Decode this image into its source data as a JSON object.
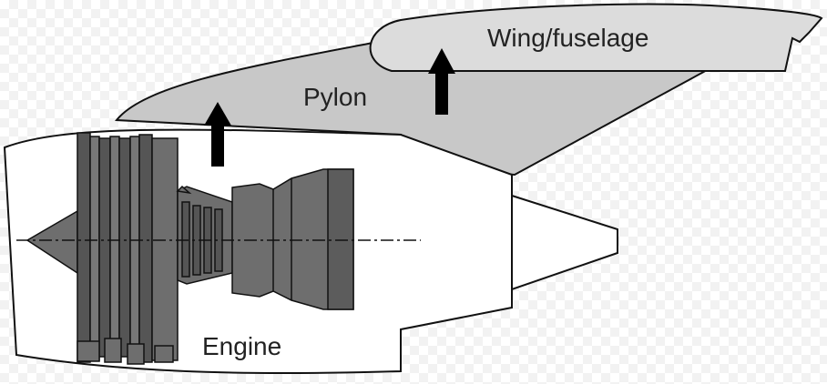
{
  "diagram": {
    "labels": {
      "wing": "Wing/fuselage",
      "pylon": "Pylon",
      "engine": "Engine"
    }
  },
  "colors": {
    "background": "#ffffff",
    "checker": "#f2f2f2",
    "pylon_fill": "#c8c8c8",
    "wing_fill": "#dcdcdc",
    "engine_core": "#6e6e6e",
    "outline": "#111111",
    "arrow": "#000000"
  },
  "icons": {
    "force_arrow": "up-arrow-icon"
  }
}
